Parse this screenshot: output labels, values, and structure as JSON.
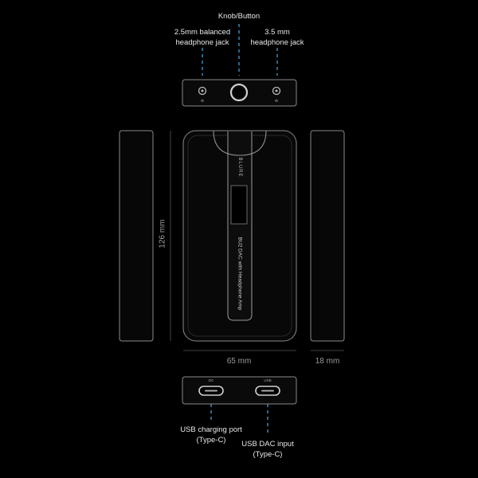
{
  "top_callouts": {
    "knob": "Knob/Button",
    "balanced_line1": "2.5mm balanced",
    "balanced_line2": "headphone jack",
    "jack35_line1": "3.5 mm",
    "jack35_line2": "headphone jack"
  },
  "bottom_callouts": {
    "charging_line1": "USB charging port",
    "charging_line2": "(Type-C)",
    "dac_line1": "USB DAC input",
    "dac_line2": "(Type-C)"
  },
  "dimensions": {
    "height": "126 mm",
    "width": "65 mm",
    "depth": "18 mm"
  },
  "device": {
    "brand": "BLURE",
    "model_text": "BU2 DAC with Headphone Amp",
    "port_label_left": "DC",
    "port_label_right": "USB"
  },
  "colors": {
    "accent_dash": "#4aa8e0",
    "outline": "#8a8a8a",
    "background": "#000000"
  }
}
